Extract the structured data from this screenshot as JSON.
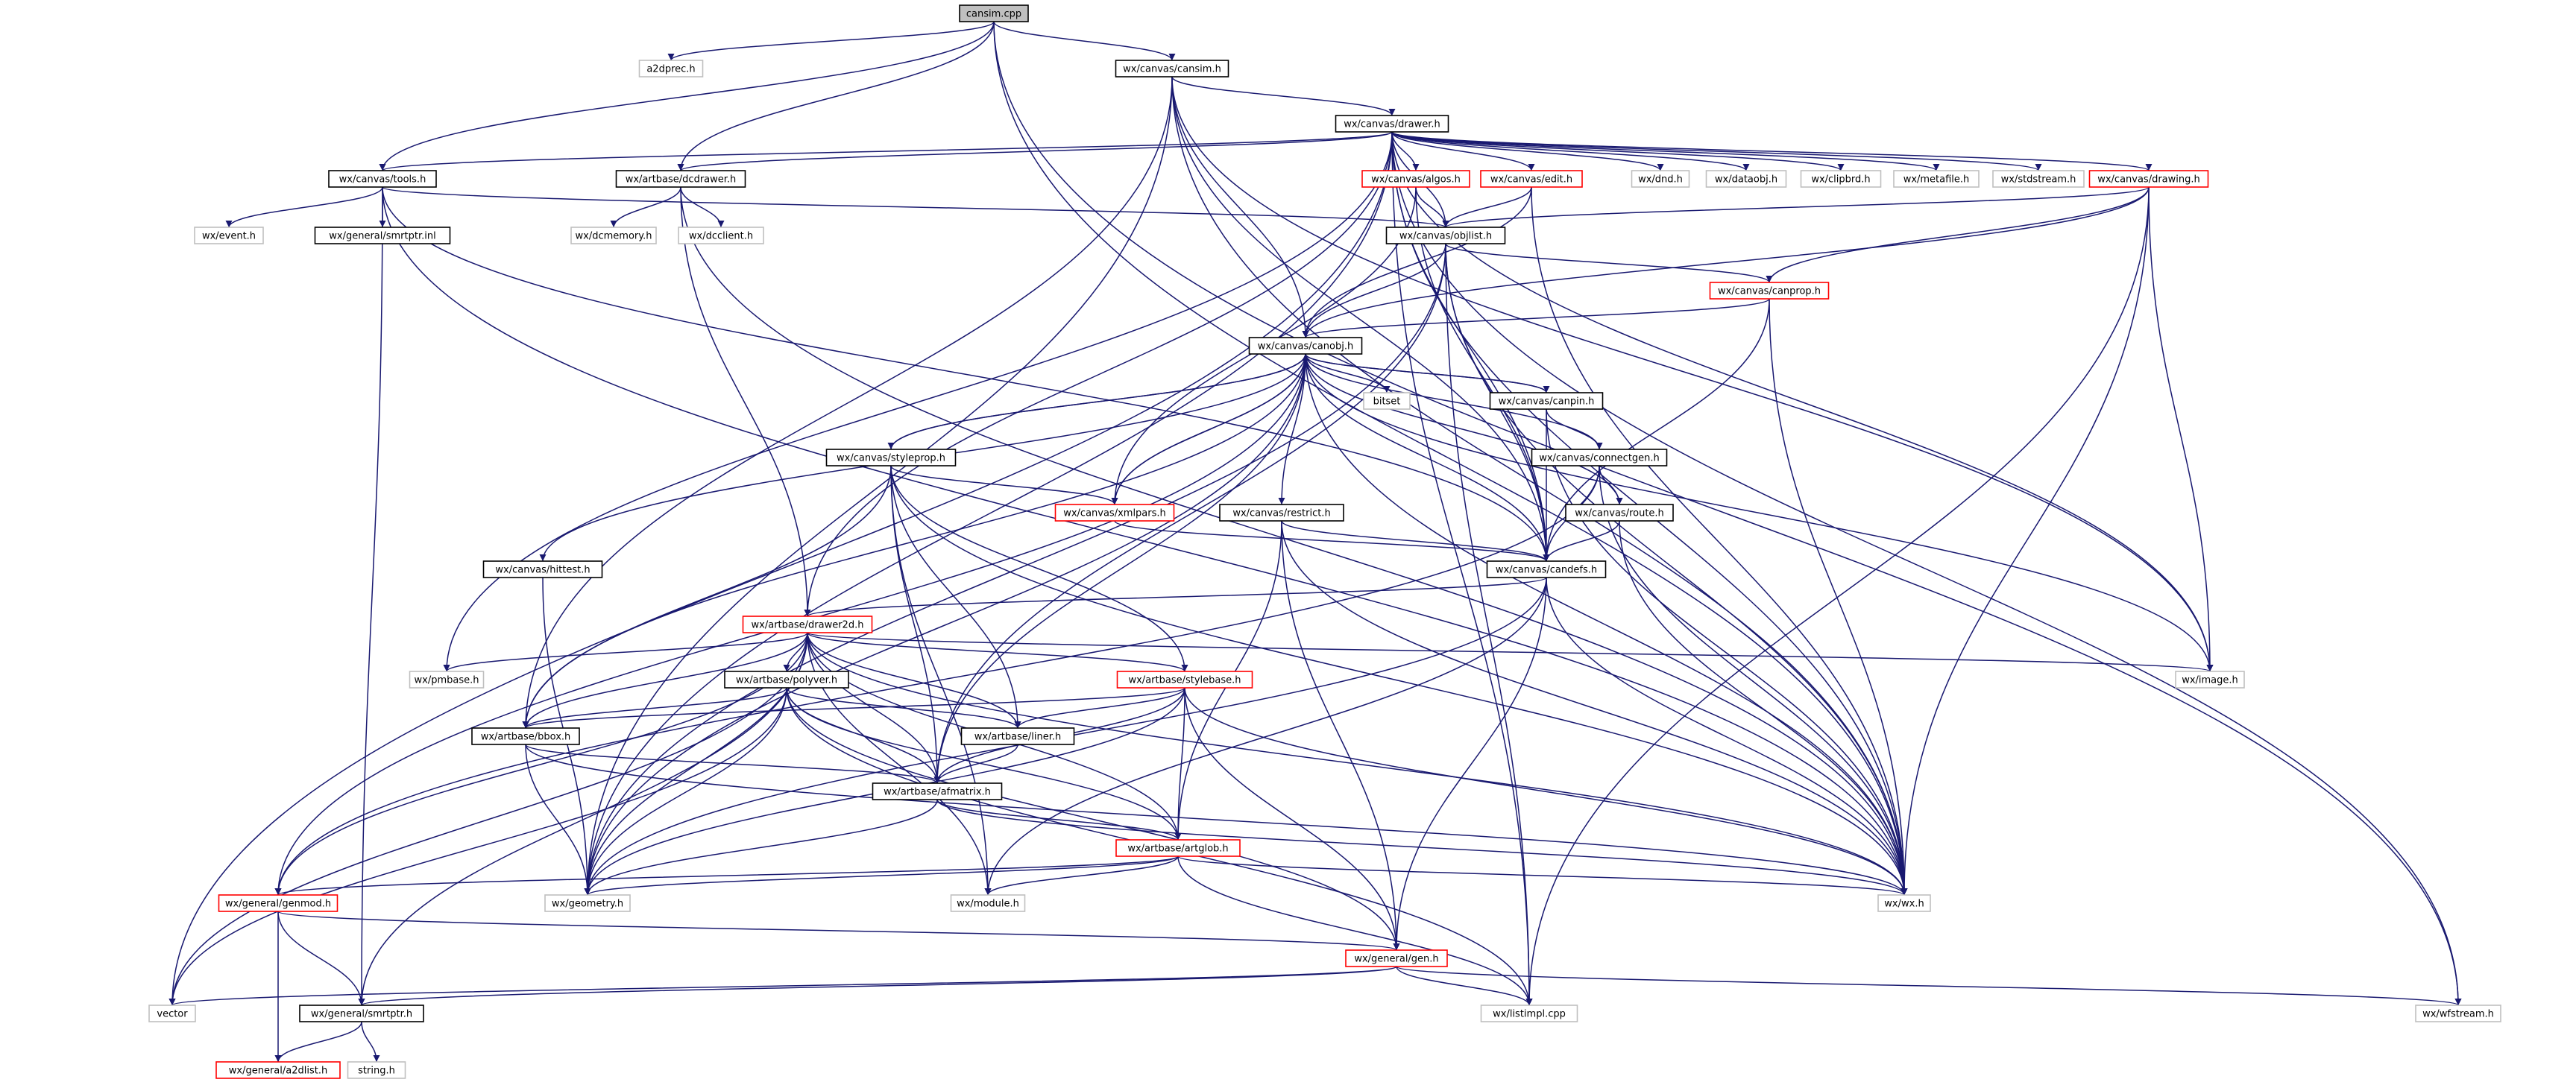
{
  "diagram": {
    "colors": {
      "edge": "#191970",
      "edge_arrow": "#191970",
      "node_fill": "#ffffff",
      "border_current": "#000000",
      "border_documented": "#000000",
      "border_red": "#ff0000",
      "border_external": "#bfbfbf",
      "focus_fill": "#bfbfbf"
    },
    "nodes": [
      {
        "id": "cansim_cpp",
        "label": "cansim.cpp",
        "kind": "focus"
      },
      {
        "id": "a2dprec_h",
        "label": "a2dprec.h",
        "kind": "external"
      },
      {
        "id": "canvas_cansim_h",
        "label": "wx/canvas/cansim.h",
        "kind": "doc"
      },
      {
        "id": "canvas_drawer_h",
        "label": "wx/canvas/drawer.h",
        "kind": "doc"
      },
      {
        "id": "canvas_tools_h",
        "label": "wx/canvas/tools.h",
        "kind": "doc"
      },
      {
        "id": "artbase_dcdrawer_h",
        "label": "wx/artbase/dcdrawer.h",
        "kind": "doc"
      },
      {
        "id": "canvas_algos_h",
        "label": "wx/canvas/algos.h",
        "kind": "red"
      },
      {
        "id": "canvas_edit_h",
        "label": "wx/canvas/edit.h",
        "kind": "red"
      },
      {
        "id": "dnd_h",
        "label": "wx/dnd.h",
        "kind": "external"
      },
      {
        "id": "dataobj_h",
        "label": "wx/dataobj.h",
        "kind": "external"
      },
      {
        "id": "clipbrd_h",
        "label": "wx/clipbrd.h",
        "kind": "external"
      },
      {
        "id": "metafile_h",
        "label": "wx/metafile.h",
        "kind": "external"
      },
      {
        "id": "stdstream_h",
        "label": "wx/stdstream.h",
        "kind": "external"
      },
      {
        "id": "canvas_drawing_h",
        "label": "wx/canvas/drawing.h",
        "kind": "red"
      },
      {
        "id": "event_h",
        "label": "wx/event.h",
        "kind": "external"
      },
      {
        "id": "smrtptr_inl",
        "label": "wx/general/smrtptr.inl",
        "kind": "doc"
      },
      {
        "id": "dcmemory_h",
        "label": "wx/dcmemory.h",
        "kind": "external"
      },
      {
        "id": "dcclient_h",
        "label": "wx/dcclient.h",
        "kind": "external"
      },
      {
        "id": "canvas_objlist_h",
        "label": "wx/canvas/objlist.h",
        "kind": "doc"
      },
      {
        "id": "canvas_canprop_h",
        "label": "wx/canvas/canprop.h",
        "kind": "red"
      },
      {
        "id": "canvas_canobj_h",
        "label": "wx/canvas/canobj.h",
        "kind": "doc"
      },
      {
        "id": "bitset",
        "label": "bitset",
        "kind": "external"
      },
      {
        "id": "canvas_canpin_h",
        "label": "wx/canvas/canpin.h",
        "kind": "doc"
      },
      {
        "id": "canvas_styleprop_h",
        "label": "wx/canvas/styleprop.h",
        "kind": "doc"
      },
      {
        "id": "canvas_connectgen_h",
        "label": "wx/canvas/connectgen.h",
        "kind": "doc"
      },
      {
        "id": "canvas_xmlpars_h",
        "label": "wx/canvas/xmlpars.h",
        "kind": "red"
      },
      {
        "id": "canvas_restrict_h",
        "label": "wx/canvas/restrict.h",
        "kind": "doc"
      },
      {
        "id": "canvas_route_h",
        "label": "wx/canvas/route.h",
        "kind": "doc"
      },
      {
        "id": "canvas_hittest_h",
        "label": "wx/canvas/hittest.h",
        "kind": "doc"
      },
      {
        "id": "canvas_candefs_h",
        "label": "wx/canvas/candefs.h",
        "kind": "doc"
      },
      {
        "id": "artbase_drawer2d_h",
        "label": "wx/artbase/drawer2d.h",
        "kind": "red"
      },
      {
        "id": "pmbase_h",
        "label": "wx/pmbase.h",
        "kind": "external"
      },
      {
        "id": "artbase_polyver_h",
        "label": "wx/artbase/polyver.h",
        "kind": "doc"
      },
      {
        "id": "artbase_stylebase_h",
        "label": "wx/artbase/stylebase.h",
        "kind": "red"
      },
      {
        "id": "image_h",
        "label": "wx/image.h",
        "kind": "external"
      },
      {
        "id": "artbase_bbox_h",
        "label": "wx/artbase/bbox.h",
        "kind": "doc"
      },
      {
        "id": "artbase_liner_h",
        "label": "wx/artbase/liner.h",
        "kind": "doc"
      },
      {
        "id": "artbase_afmatrix_h",
        "label": "wx/artbase/afmatrix.h",
        "kind": "doc"
      },
      {
        "id": "artbase_artglob_h",
        "label": "wx/artbase/artglob.h",
        "kind": "red"
      },
      {
        "id": "general_genmod_h",
        "label": "wx/general/genmod.h",
        "kind": "red"
      },
      {
        "id": "geometry_h",
        "label": "wx/geometry.h",
        "kind": "external"
      },
      {
        "id": "module_h",
        "label": "wx/module.h",
        "kind": "external"
      },
      {
        "id": "wx_h",
        "label": "wx/wx.h",
        "kind": "external"
      },
      {
        "id": "general_gen_h",
        "label": "wx/general/gen.h",
        "kind": "red"
      },
      {
        "id": "vector",
        "label": "vector",
        "kind": "external"
      },
      {
        "id": "general_smrtptr_h",
        "label": "wx/general/smrtptr.h",
        "kind": "doc"
      },
      {
        "id": "listimpl_cpp",
        "label": "wx/listimpl.cpp",
        "kind": "external"
      },
      {
        "id": "wfstream_h",
        "label": "wx/wfstream.h",
        "kind": "external"
      },
      {
        "id": "general_a2dlist_h",
        "label": "wx/general/a2dlist.h",
        "kind": "red"
      },
      {
        "id": "string_h",
        "label": "string.h",
        "kind": "external"
      }
    ],
    "edges": [
      [
        "cansim_cpp",
        "a2dprec_h"
      ],
      [
        "cansim_cpp",
        "canvas_cansim_h"
      ],
      [
        "cansim_cpp",
        "canvas_tools_h"
      ],
      [
        "cansim_cpp",
        "artbase_dcdrawer_h"
      ],
      [
        "cansim_cpp",
        "wx_h"
      ],
      [
        "cansim_cpp",
        "wfstream_h"
      ],
      [
        "canvas_cansim_h",
        "canvas_drawer_h"
      ],
      [
        "canvas_cansim_h",
        "canvas_canobj_h"
      ],
      [
        "canvas_cansim_h",
        "canvas_candefs_h"
      ],
      [
        "canvas_cansim_h",
        "image_h"
      ],
      [
        "canvas_cansim_h",
        "wx_h"
      ],
      [
        "canvas_cansim_h",
        "geometry_h"
      ],
      [
        "canvas_cansim_h",
        "artbase_bbox_h"
      ],
      [
        "canvas_drawer_h",
        "canvas_tools_h"
      ],
      [
        "canvas_drawer_h",
        "artbase_dcdrawer_h"
      ],
      [
        "canvas_drawer_h",
        "canvas_algos_h"
      ],
      [
        "canvas_drawer_h",
        "canvas_edit_h"
      ],
      [
        "canvas_drawer_h",
        "dnd_h"
      ],
      [
        "canvas_drawer_h",
        "dataobj_h"
      ],
      [
        "canvas_drawer_h",
        "clipbrd_h"
      ],
      [
        "canvas_drawer_h",
        "metafile_h"
      ],
      [
        "canvas_drawer_h",
        "stdstream_h"
      ],
      [
        "canvas_drawer_h",
        "canvas_drawing_h"
      ],
      [
        "canvas_drawer_h",
        "canvas_objlist_h"
      ],
      [
        "canvas_drawer_h",
        "artbase_drawer2d_h"
      ],
      [
        "canvas_drawer_h",
        "canvas_candefs_h"
      ],
      [
        "canvas_drawer_h",
        "image_h"
      ],
      [
        "canvas_drawer_h",
        "wx_h"
      ],
      [
        "canvas_drawer_h",
        "geometry_h"
      ],
      [
        "canvas_drawer_h",
        "vector"
      ],
      [
        "canvas_drawer_h",
        "pmbase_h"
      ],
      [
        "canvas_drawer_h",
        "listimpl_cpp"
      ],
      [
        "canvas_drawer_h",
        "wfstream_h"
      ],
      [
        "canvas_tools_h",
        "event_h"
      ],
      [
        "canvas_tools_h",
        "smrtptr_inl"
      ],
      [
        "canvas_tools_h",
        "canvas_objlist_h"
      ],
      [
        "canvas_tools_h",
        "canvas_candefs_h"
      ],
      [
        "canvas_tools_h",
        "general_smrtptr_h"
      ],
      [
        "canvas_tools_h",
        "wx_h"
      ],
      [
        "artbase_dcdrawer_h",
        "dcmemory_h"
      ],
      [
        "artbase_dcdrawer_h",
        "dcclient_h"
      ],
      [
        "artbase_dcdrawer_h",
        "artbase_drawer2d_h"
      ],
      [
        "artbase_dcdrawer_h",
        "wx_h"
      ],
      [
        "canvas_algos_h",
        "canvas_objlist_h"
      ],
      [
        "canvas_algos_h",
        "canvas_xmlpars_h"
      ],
      [
        "canvas_algos_h",
        "canvas_candefs_h"
      ],
      [
        "canvas_edit_h",
        "canvas_objlist_h"
      ],
      [
        "canvas_edit_h",
        "canvas_canobj_h"
      ],
      [
        "canvas_edit_h",
        "wx_h"
      ],
      [
        "canvas_drawing_h",
        "canvas_objlist_h"
      ],
      [
        "canvas_drawing_h",
        "canvas_canprop_h"
      ],
      [
        "canvas_drawing_h",
        "canvas_canobj_h"
      ],
      [
        "canvas_drawing_h",
        "image_h"
      ],
      [
        "canvas_drawing_h",
        "wx_h"
      ],
      [
        "canvas_drawing_h",
        "listimpl_cpp"
      ],
      [
        "canvas_objlist_h",
        "canvas_canprop_h"
      ],
      [
        "canvas_objlist_h",
        "canvas_canobj_h"
      ],
      [
        "canvas_objlist_h",
        "canvas_candefs_h"
      ],
      [
        "canvas_objlist_h",
        "artbase_afmatrix_h"
      ],
      [
        "canvas_objlist_h",
        "geometry_h"
      ],
      [
        "canvas_objlist_h",
        "listimpl_cpp"
      ],
      [
        "canvas_objlist_h",
        "wx_h"
      ],
      [
        "canvas_canprop_h",
        "canvas_canobj_h"
      ],
      [
        "canvas_canprop_h",
        "canvas_candefs_h"
      ],
      [
        "canvas_canprop_h",
        "wx_h"
      ],
      [
        "canvas_canobj_h",
        "bitset"
      ],
      [
        "canvas_canobj_h",
        "canvas_canpin_h"
      ],
      [
        "canvas_canobj_h",
        "canvas_styleprop_h"
      ],
      [
        "canvas_canobj_h",
        "canvas_connectgen_h"
      ],
      [
        "canvas_canobj_h",
        "canvas_xmlpars_h"
      ],
      [
        "canvas_canobj_h",
        "canvas_restrict_h"
      ],
      [
        "canvas_canobj_h",
        "canvas_route_h"
      ],
      [
        "canvas_canobj_h",
        "canvas_hittest_h"
      ],
      [
        "canvas_canobj_h",
        "canvas_candefs_h"
      ],
      [
        "canvas_canobj_h",
        "artbase_afmatrix_h"
      ],
      [
        "canvas_canobj_h",
        "artbase_bbox_h"
      ],
      [
        "canvas_canobj_h",
        "image_h"
      ],
      [
        "canvas_canobj_h",
        "general_genmod_h"
      ],
      [
        "canvas_canobj_h",
        "geometry_h"
      ],
      [
        "canvas_canobj_h",
        "wx_h"
      ],
      [
        "canvas_canpin_h",
        "canvas_canobj_h"
      ],
      [
        "canvas_canpin_h",
        "canvas_connectgen_h"
      ],
      [
        "canvas_canpin_h",
        "canvas_candefs_h"
      ],
      [
        "canvas_canpin_h",
        "wx_h"
      ],
      [
        "canvas_styleprop_h",
        "canvas_canobj_h"
      ],
      [
        "canvas_styleprop_h",
        "canvas_xmlpars_h"
      ],
      [
        "canvas_styleprop_h",
        "artbase_stylebase_h"
      ],
      [
        "canvas_styleprop_h",
        "artbase_liner_h"
      ],
      [
        "canvas_styleprop_h",
        "artbase_afmatrix_h"
      ],
      [
        "canvas_styleprop_h",
        "artbase_bbox_h"
      ],
      [
        "canvas_styleprop_h",
        "module_h"
      ],
      [
        "canvas_styleprop_h",
        "wx_h"
      ],
      [
        "canvas_connectgen_h",
        "canvas_route_h"
      ],
      [
        "canvas_connectgen_h",
        "canvas_candefs_h"
      ],
      [
        "canvas_connectgen_h",
        "general_genmod_h"
      ],
      [
        "canvas_connectgen_h",
        "wx_h"
      ],
      [
        "canvas_xmlpars_h",
        "canvas_canobj_h"
      ],
      [
        "canvas_xmlpars_h",
        "canvas_candefs_h"
      ],
      [
        "canvas_restrict_h",
        "canvas_candefs_h"
      ],
      [
        "canvas_restrict_h",
        "artbase_artglob_h"
      ],
      [
        "canvas_restrict_h",
        "general_gen_h"
      ],
      [
        "canvas_restrict_h",
        "wx_h"
      ],
      [
        "canvas_route_h",
        "canvas_candefs_h"
      ],
      [
        "canvas_route_h",
        "wx_h"
      ],
      [
        "canvas_hittest_h",
        "geometry_h"
      ],
      [
        "canvas_candefs_h",
        "artbase_drawer2d_h"
      ],
      [
        "canvas_candefs_h",
        "general_gen_h"
      ],
      [
        "canvas_candefs_h",
        "wx_h"
      ],
      [
        "canvas_candefs_h",
        "geometry_h"
      ],
      [
        "canvas_candefs_h",
        "module_h"
      ],
      [
        "artbase_drawer2d_h",
        "pmbase_h"
      ],
      [
        "artbase_drawer2d_h",
        "artbase_polyver_h"
      ],
      [
        "artbase_drawer2d_h",
        "artbase_stylebase_h"
      ],
      [
        "artbase_drawer2d_h",
        "image_h"
      ],
      [
        "artbase_drawer2d_h",
        "artbase_bbox_h"
      ],
      [
        "artbase_drawer2d_h",
        "artbase_liner_h"
      ],
      [
        "artbase_drawer2d_h",
        "artbase_afmatrix_h"
      ],
      [
        "artbase_drawer2d_h",
        "artbase_artglob_h"
      ],
      [
        "artbase_drawer2d_h",
        "general_genmod_h"
      ],
      [
        "artbase_drawer2d_h",
        "geometry_h"
      ],
      [
        "artbase_drawer2d_h",
        "module_h"
      ],
      [
        "artbase_drawer2d_h",
        "wx_h"
      ],
      [
        "artbase_drawer2d_h",
        "vector"
      ],
      [
        "artbase_drawer2d_h",
        "general_smrtptr_h"
      ],
      [
        "artbase_polyver_h",
        "artbase_bbox_h"
      ],
      [
        "artbase_polyver_h",
        "artbase_liner_h"
      ],
      [
        "artbase_polyver_h",
        "artbase_afmatrix_h"
      ],
      [
        "artbase_polyver_h",
        "artbase_artglob_h"
      ],
      [
        "artbase_polyver_h",
        "geometry_h"
      ],
      [
        "artbase_polyver_h",
        "general_gen_h"
      ],
      [
        "artbase_polyver_h",
        "vector"
      ],
      [
        "artbase_polyver_h",
        "listimpl_cpp"
      ],
      [
        "artbase_stylebase_h",
        "artbase_bbox_h"
      ],
      [
        "artbase_stylebase_h",
        "artbase_liner_h"
      ],
      [
        "artbase_stylebase_h",
        "artbase_afmatrix_h"
      ],
      [
        "artbase_stylebase_h",
        "artbase_artglob_h"
      ],
      [
        "artbase_stylebase_h",
        "geometry_h"
      ],
      [
        "artbase_stylebase_h",
        "wx_h"
      ],
      [
        "artbase_stylebase_h",
        "general_gen_h"
      ],
      [
        "artbase_bbox_h",
        "artbase_afmatrix_h"
      ],
      [
        "artbase_bbox_h",
        "geometry_h"
      ],
      [
        "artbase_bbox_h",
        "wx_h"
      ],
      [
        "artbase_liner_h",
        "artbase_afmatrix_h"
      ],
      [
        "artbase_afmatrix_h",
        "artbase_artglob_h"
      ],
      [
        "artbase_afmatrix_h",
        "geometry_h"
      ],
      [
        "artbase_afmatrix_h",
        "wx_h"
      ],
      [
        "artbase_artglob_h",
        "general_genmod_h"
      ],
      [
        "artbase_artglob_h",
        "geometry_h"
      ],
      [
        "artbase_artglob_h",
        "module_h"
      ],
      [
        "artbase_artglob_h",
        "wx_h"
      ],
      [
        "artbase_artglob_h",
        "listimpl_cpp"
      ],
      [
        "general_genmod_h",
        "general_gen_h"
      ],
      [
        "general_genmod_h",
        "general_smrtptr_h"
      ],
      [
        "general_genmod_h",
        "general_a2dlist_h"
      ],
      [
        "general_gen_h",
        "vector"
      ],
      [
        "general_gen_h",
        "general_smrtptr_h"
      ],
      [
        "general_gen_h",
        "listimpl_cpp"
      ],
      [
        "general_gen_h",
        "wfstream_h"
      ],
      [
        "general_smrtptr_h",
        "general_a2dlist_h"
      ],
      [
        "general_smrtptr_h",
        "string_h"
      ]
    ]
  }
}
